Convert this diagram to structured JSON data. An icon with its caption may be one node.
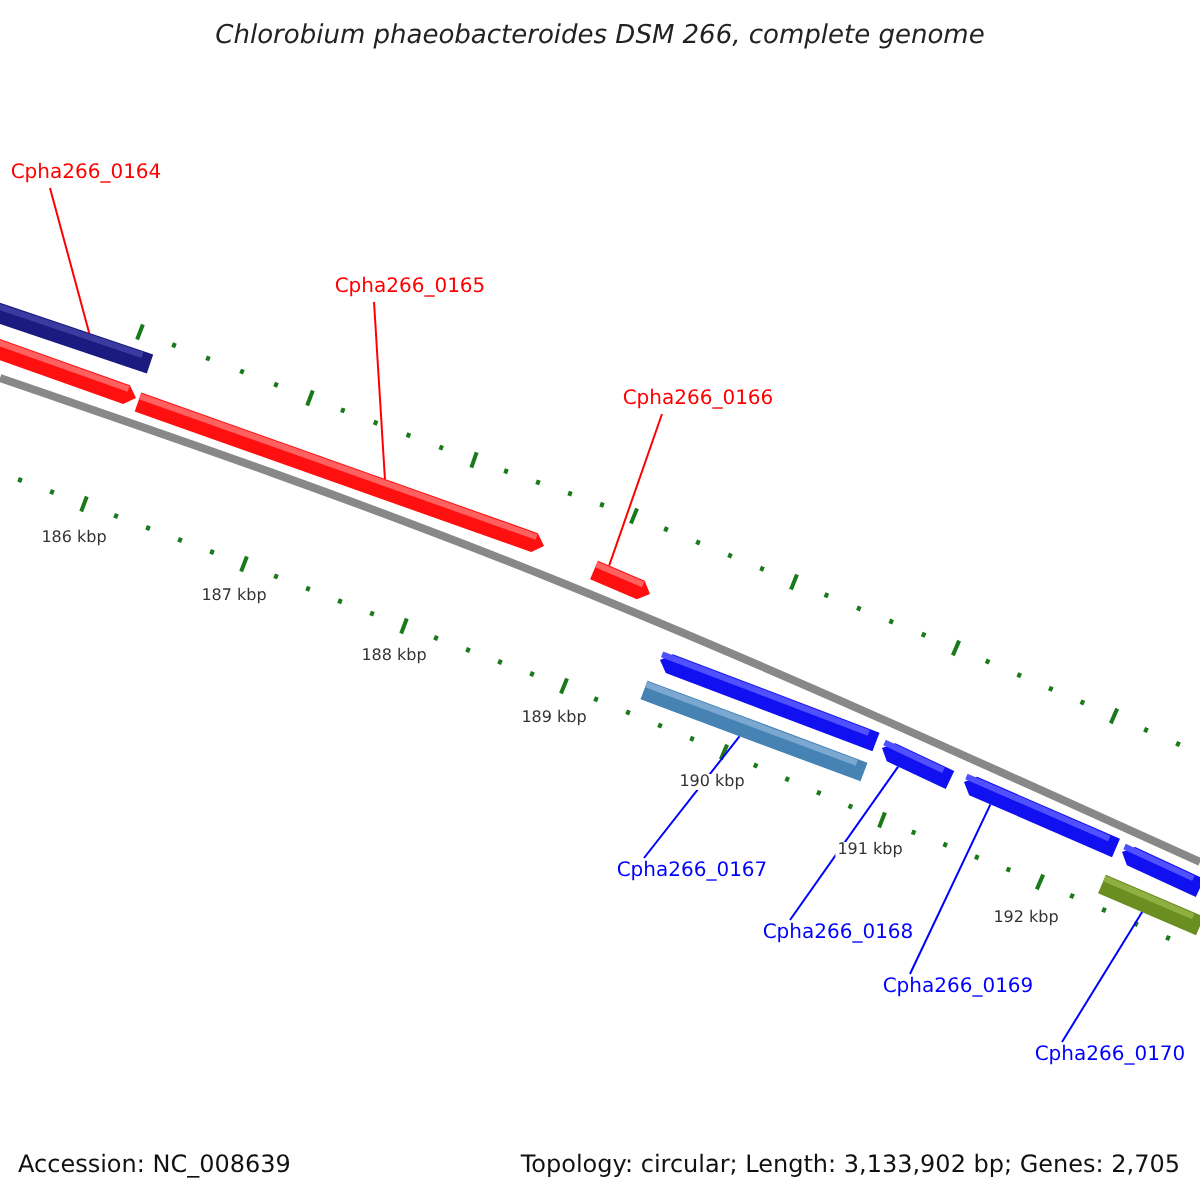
{
  "diagram": {
    "title": "Chlorobium phaeobacteroides DSM 266, complete genome",
    "nodes": [
      {
        "text": [
          "Cpha266_0164"
        ]
      },
      {
        "text": [],
        "shape": "bar"
      },
      {
        "text": [],
        "shape": "arrow"
      },
      {
        "text": [
          "Cpha266_0165"
        ]
      },
      {
        "text": [],
        "shape": "arrow"
      },
      {
        "text": [
          "Cpha266_0166"
        ]
      },
      {
        "text": [],
        "shape": "arrow"
      },
      {
        "text": [],
        "shape": "arrow"
      },
      {
        "text": [],
        "shape": "bar"
      },
      {
        "text": [
          "Cpha266_0167"
        ]
      },
      {
        "text": [],
        "shape": "arrow"
      },
      {
        "text": [
          "Cpha266_0168"
        ]
      },
      {
        "text": [],
        "shape": "arrow"
      },
      {
        "text": [
          "Cpha266_0169"
        ]
      },
      {
        "text": [],
        "shape": "arrow"
      },
      {
        "text": [],
        "shape": "bar"
      },
      {
        "text": [
          "Cpha266_0170"
        ]
      }
    ],
    "edges": [
      {
        "from": 0,
        "to": 1,
        "arrow": "none",
        "color": "#ff0000"
      },
      {
        "from": 3,
        "to": 4,
        "arrow": "none",
        "color": "#ff0000"
      },
      {
        "from": 5,
        "to": 6,
        "arrow": "none",
        "color": "#ff0000"
      },
      {
        "from": 9,
        "to": 8,
        "arrow": "none"
      },
      {
        "from": 11,
        "to": 10,
        "arrow": "none"
      },
      {
        "from": 13,
        "to": 12,
        "arrow": "none"
      },
      {
        "from": 16,
        "to": 15,
        "arrow": "none"
      }
    ],
    "labels": [
      "186 kbp",
      "187 kbp",
      "188 kbp",
      "189 kbp",
      "190 kbp",
      "191 kbp",
      "192 kbp",
      "Accession: NC_008639",
      "Topology: circular; Length: 3,133,902 bp; Genes: 2,705"
    ]
  }
}
